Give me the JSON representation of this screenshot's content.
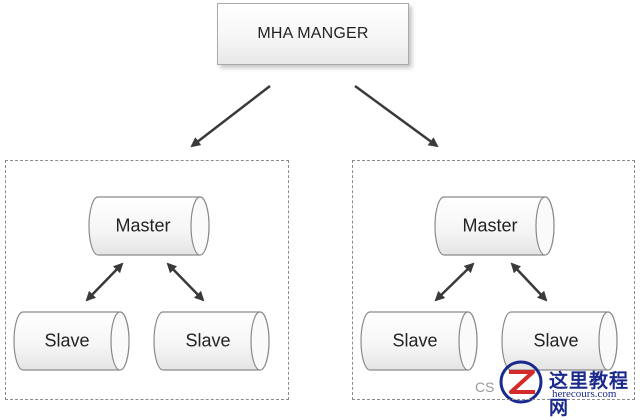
{
  "manager": {
    "label": "MHA MANGER"
  },
  "clusters": [
    {
      "master": "Master",
      "slaves": [
        "Slave",
        "Slave"
      ]
    },
    {
      "master": "Master",
      "slaves": [
        "Slave",
        "Slave"
      ]
    }
  ],
  "watermark": {
    "cs": "CS",
    "logo_text": "这里教程网",
    "logo_sub": "herecours.com"
  },
  "colors": {
    "arrow": "#3a3a3a",
    "node_border": "#8a8a8a",
    "dashed_border": "#8c8c8c",
    "logo": "#1a2a8c"
  }
}
